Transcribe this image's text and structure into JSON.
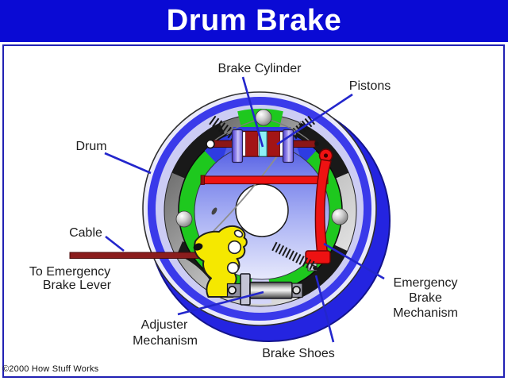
{
  "header": {
    "title": "Drum Brake"
  },
  "footer": {
    "copyright": "©2000 How Stuff Works"
  },
  "labels": {
    "brake_cylinder": "Brake Cylinder",
    "pistons": "Pistons",
    "drum": "Drum",
    "cable": "Cable",
    "to_emergency": {
      "line1": "To Emergency",
      "line2": "Brake Lever"
    },
    "adjuster": {
      "line1": "Adjuster",
      "line2": "Mechanism"
    },
    "brake_shoes": "Brake Shoes",
    "emergency": {
      "line1": "Emergency",
      "line2": "Brake",
      "line3": "Mechanism"
    }
  },
  "colors": {
    "header_bg": "#0a0ad4",
    "frame_border": "#2121b4",
    "title_text": "#ffffff",
    "label_text": "#1c1c1c",
    "leader_line": "#2326cc",
    "drum_back_blue": "#2424e0",
    "drum_blue": "#3a3aea",
    "rim_lavender": "#ccccf4",
    "rim_face": "#eaeafa",
    "shadow_segment": "#191919",
    "shoe_green": "#1ec81e",
    "shoe_gap_blue": "#2e3ce2",
    "backing_gap_lavender": "#d3d5f8",
    "lever_red": "#ee1212",
    "rod_dark_red": "#8b1616",
    "cable_dark_red": "#8b1d1d",
    "fluid_cyan": "#8df0f8",
    "piston_purple": "#6a5ae0",
    "adjuster_yellow": "#f5e800"
  }
}
